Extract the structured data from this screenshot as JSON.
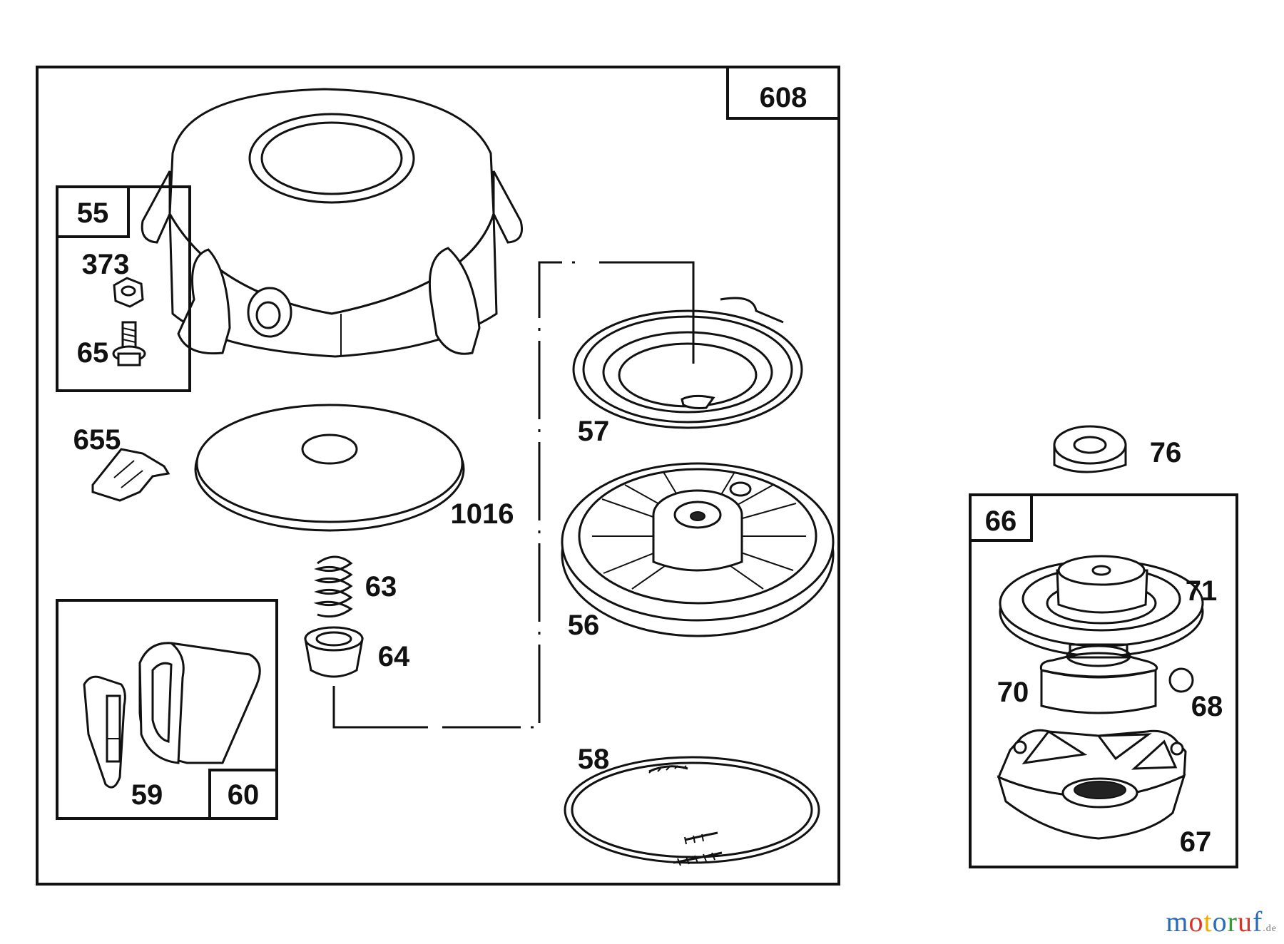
{
  "diagram": {
    "box_labels": {
      "recoil_starter": "608",
      "nut_screw_kit": "55",
      "handle_kit": "60",
      "clutch_kit": "66"
    },
    "part_labels": {
      "nut": "373",
      "screw": "65",
      "clip": "655",
      "washer": "1016",
      "spring_small": "63",
      "retainer": "64",
      "handle": "59",
      "spring_rewind": "57",
      "pulley": "56",
      "rope": "58",
      "seal": "76",
      "clutch_pulley": "71",
      "ratchet": "70",
      "ball": "68",
      "housing": "67"
    }
  },
  "watermark": {
    "colors": [
      "#2a6bb8",
      "#d9342b",
      "#f2a900",
      "#2a6bb8",
      "#3a9a3a",
      "#d9342b",
      "#2a6bb8"
    ],
    "letters": [
      "m",
      "o",
      "t",
      "o",
      "r",
      "u",
      "f"
    ],
    "tld": ".de"
  }
}
